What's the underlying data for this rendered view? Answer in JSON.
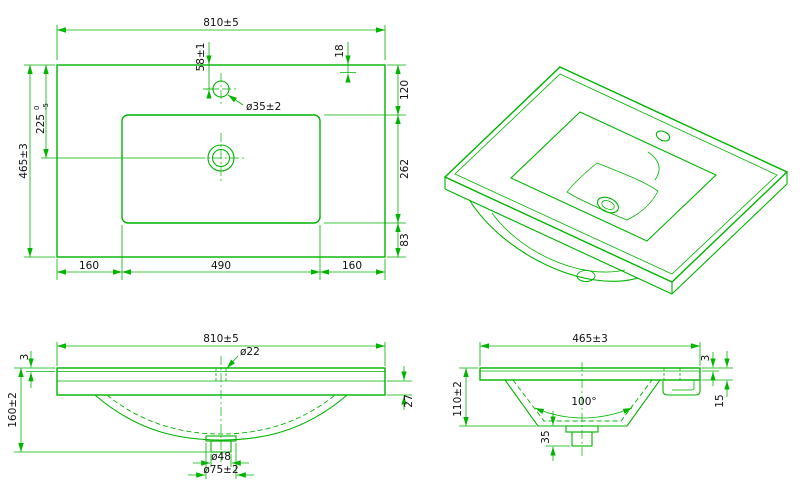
{
  "colors": {
    "line": "#00b400",
    "text": "#111111",
    "background": "#ffffff"
  },
  "plan_view": {
    "dim_width": "810±5",
    "dim_faucet_offset": "58±1",
    "dim_faucet_inset": "18",
    "dim_right_top": "120",
    "dim_right_middle": "262",
    "dim_right_bottom": "83",
    "dim_depth": "465±3",
    "dim_drain_offset": "225",
    "dim_drain_offset_tol_upper": "0",
    "dim_drain_offset_tol_lower": "-5",
    "dim_faucet_hole": "ø35±2",
    "dim_bottom_left": "160",
    "dim_bottom_center": "490",
    "dim_bottom_right": "160"
  },
  "front_view": {
    "dim_width": "810±5",
    "dim_faucet_hole": "ø22",
    "dim_top_thickness": "3",
    "dim_total_height": "160±2",
    "dim_apron_drop": "27",
    "dim_drain_pipe": "ø48",
    "dim_drain_flange": "ø75±2"
  },
  "side_view": {
    "dim_depth": "465±3",
    "dim_top_thickness": "3",
    "dim_edge_thickness": "15",
    "dim_bowl_depth": "110±2",
    "dim_bowl_angle": "100°",
    "dim_drain_height": "35"
  }
}
